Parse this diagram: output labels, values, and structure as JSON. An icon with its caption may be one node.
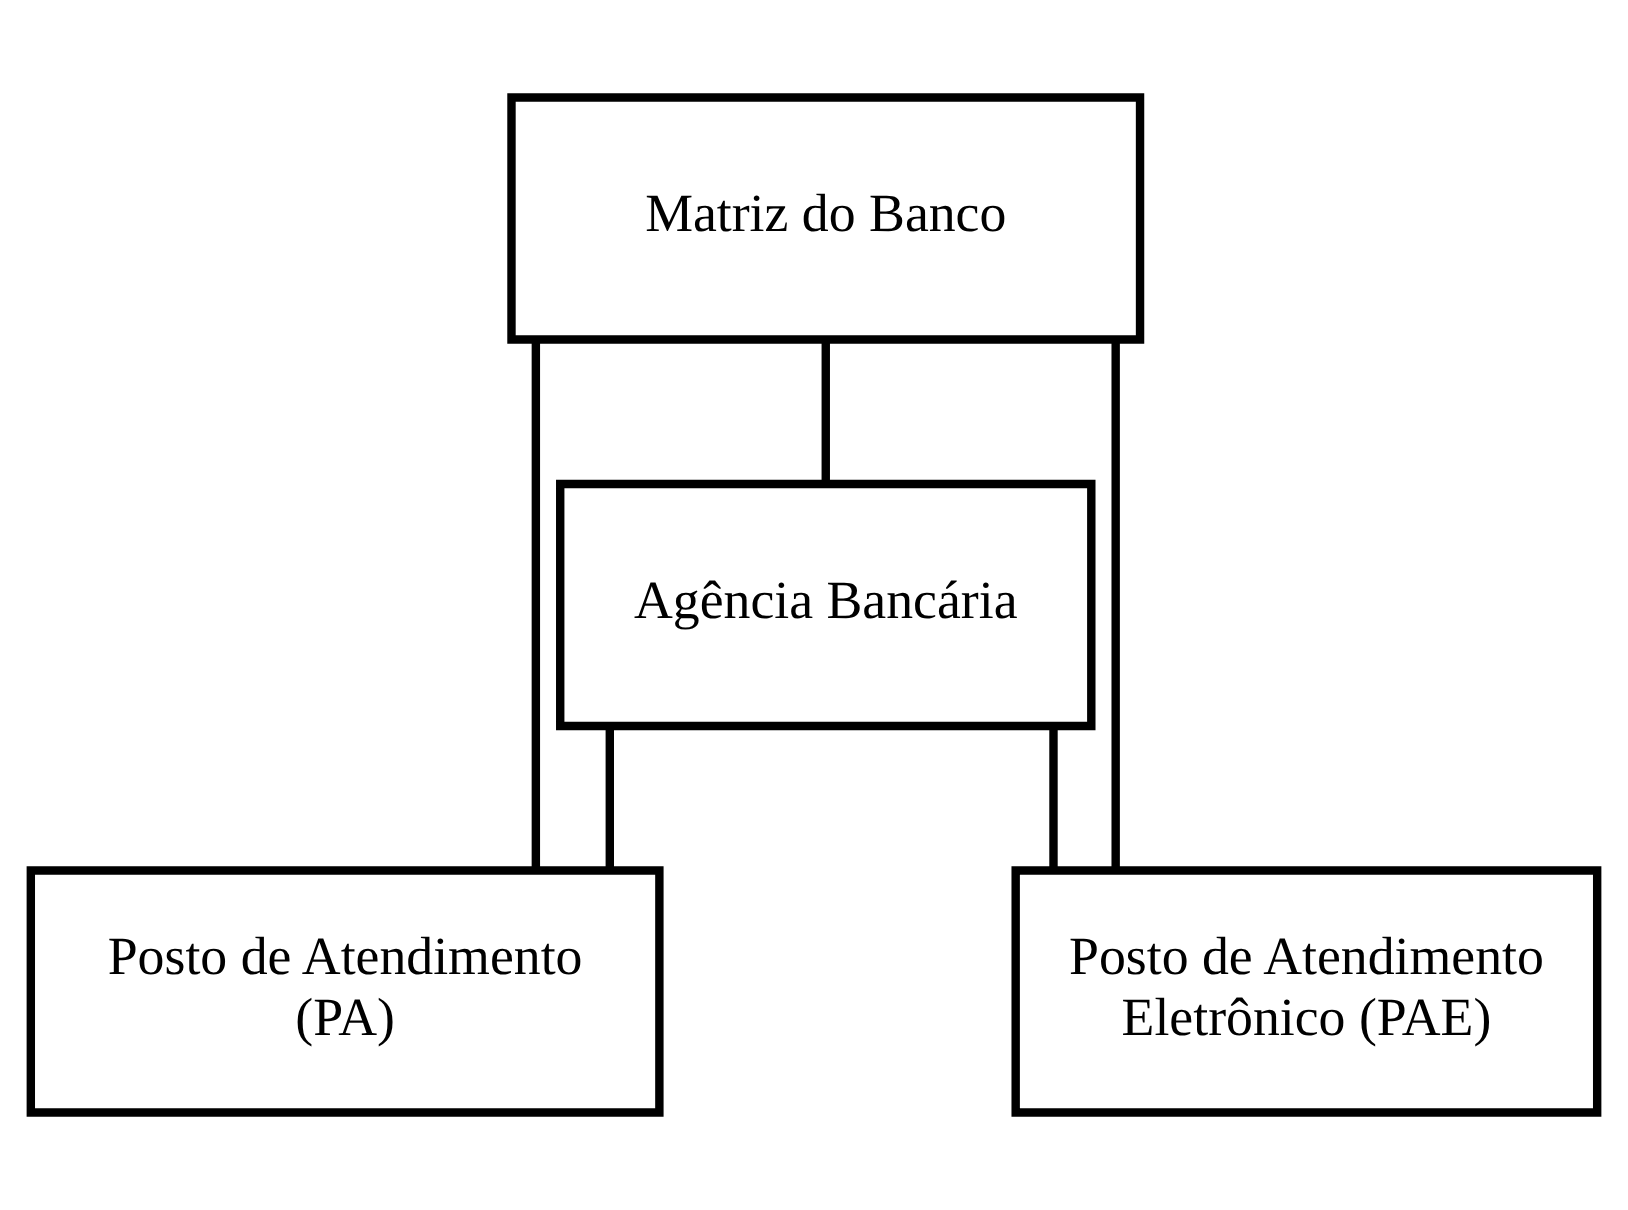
{
  "diagram": {
    "nodes": [
      {
        "text": [
          "Matriz do Banco"
        ]
      },
      {
        "text": [
          "Agência Bancária"
        ]
      },
      {
        "text": [
          "Posto de Atendimento (PA)"
        ]
      },
      {
        "text": [
          "Posto de Atendimento Eletrônico (PAE)"
        ]
      }
    ],
    "edges": [
      {
        "from": 0,
        "to": 1,
        "arrow": "none"
      },
      {
        "from": 1,
        "to": 2,
        "arrow": "none"
      },
      {
        "from": 1,
        "to": 3,
        "arrow": "none"
      },
      {
        "from": 0,
        "to": 2,
        "arrow": "none"
      },
      {
        "from": 0,
        "to": 3,
        "arrow": "none"
      }
    ]
  }
}
